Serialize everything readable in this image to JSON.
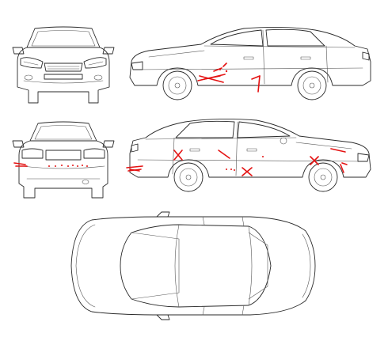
{
  "diagram": {
    "colors": {
      "outline": "#2a2a2a",
      "damage": "#e41212",
      "background": "#ffffff"
    },
    "views": [
      "front",
      "side-right",
      "rear",
      "side-left",
      "top"
    ]
  }
}
